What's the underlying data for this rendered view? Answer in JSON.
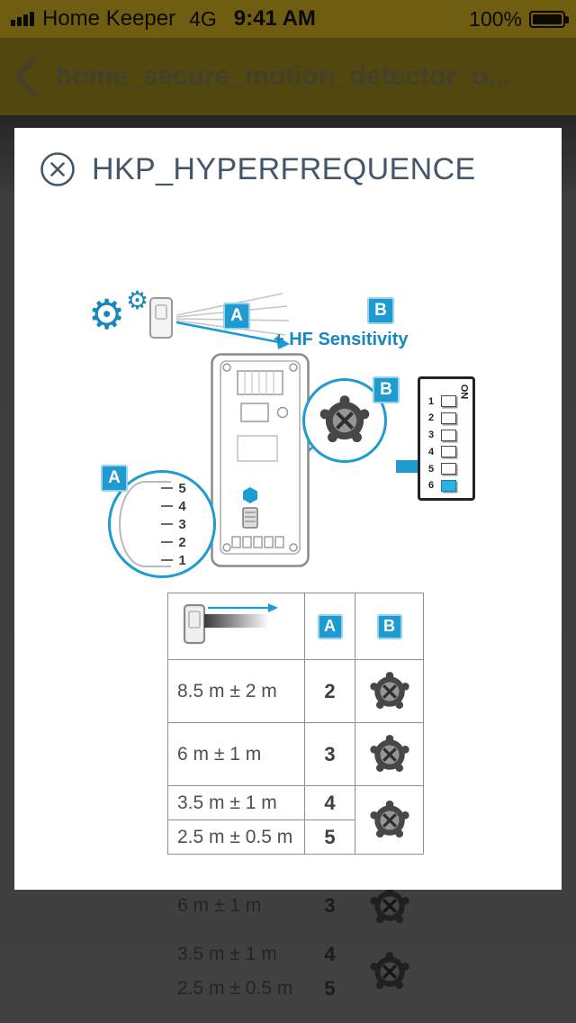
{
  "status_bar": {
    "carrier": "Home Keeper",
    "network": "4G",
    "time": "9:41 AM",
    "battery_percent": "100%"
  },
  "nav_bar": {
    "title": "home_secure_motion_detector_o..."
  },
  "viewer": {
    "title": "HKP_HYPERFREQUENCE",
    "legend": {
      "label_a": "A",
      "label_b": "B",
      "hf_sensitivity": "+ HF Sensitivity"
    },
    "callouts": {
      "a": "A",
      "b": "B"
    },
    "dip_switch": {
      "on_label": "ON",
      "positions": [
        "1",
        "2",
        "3",
        "4",
        "5",
        "6"
      ],
      "active_position": "6"
    },
    "range_scale": [
      "5",
      "4",
      "3",
      "2",
      "1"
    ],
    "table": {
      "columns": {
        "a": "A",
        "b": "B"
      },
      "rows": [
        {
          "range": "8.5 m ± 2 m",
          "switch": "2"
        },
        {
          "range": "6 m ± 1 m",
          "switch": "3"
        },
        {
          "range": "3.5 m ± 1 m",
          "switch": "4"
        },
        {
          "range": "2.5 m ± 0.5 m",
          "switch": "5"
        }
      ]
    }
  },
  "background_page": {
    "table_rows": [
      {
        "range": "6 m ± 1 m",
        "switch": "3"
      },
      {
        "range": "3.5 m ± 1 m",
        "switch": "4"
      },
      {
        "range": "2.5 m ± 0.5 m",
        "switch": "5"
      }
    ]
  },
  "colors": {
    "accent": "#1e9cd2",
    "olive": "#6f5e11",
    "heading": "#44576a"
  }
}
